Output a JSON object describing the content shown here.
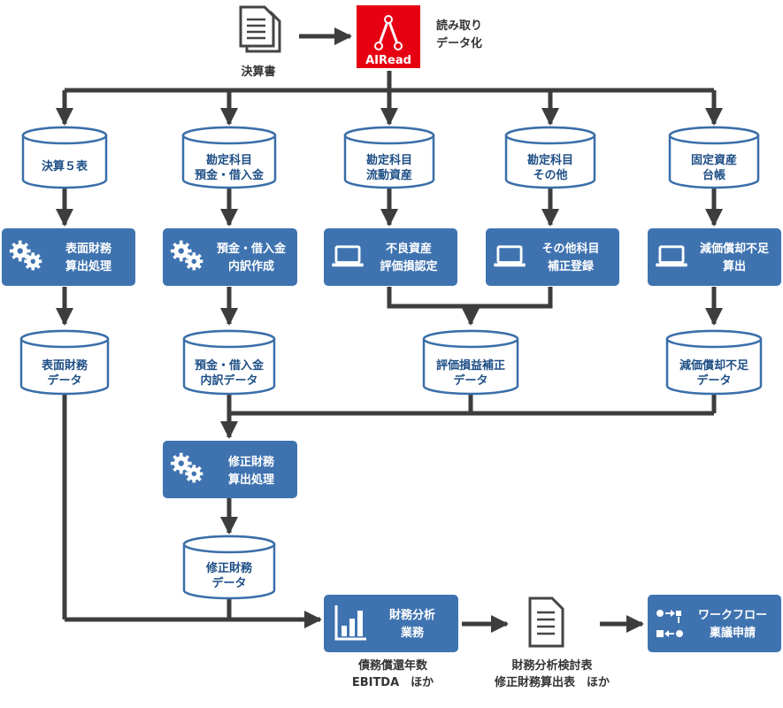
{
  "source": {
    "label": "決算書"
  },
  "airead": {
    "logo_text": "AIRead",
    "caption_line1": "読み取り",
    "caption_line2": "データ化"
  },
  "colors": {
    "box": "#3f73b0",
    "cyl_fill": "#ffffff",
    "cyl_stroke": "#3a6ea8",
    "text_blue": "#1e4f86",
    "line": "#3d3d3d",
    "airead_red": "#e60012"
  },
  "inputs": [
    {
      "line1": "決算５表",
      "line2": ""
    },
    {
      "line1": "勘定科目",
      "line2": "預金・借入金"
    },
    {
      "line1": "勘定科目",
      "line2": "流動資産"
    },
    {
      "line1": "勘定科目",
      "line2": "その他"
    },
    {
      "line1": "固定資産",
      "line2": "台帳"
    }
  ],
  "processes": [
    {
      "line1": "表面財務",
      "line2": "算出処理",
      "icon": "gears-icon"
    },
    {
      "line1": "預金・借入金",
      "line2": "内訳作成",
      "icon": "gears-icon"
    },
    {
      "line1": "不良資産",
      "line2": "評価損認定",
      "icon": "laptop-icon"
    },
    {
      "line1": "その他科目",
      "line2": "補正登録",
      "icon": "laptop-icon"
    },
    {
      "line1": "減価償却不足",
      "line2": "算出",
      "icon": "laptop-icon"
    }
  ],
  "outputs": [
    {
      "line1": "表面財務",
      "line2": "データ"
    },
    {
      "line1": "預金・借入金",
      "line2": "内訳データ"
    },
    {
      "line1": "評価損益補正",
      "line2": "データ"
    },
    {
      "line1": "減価償却不足",
      "line2": "データ"
    }
  ],
  "correction_process": {
    "line1": "修正財務",
    "line2": "算出処理",
    "icon": "gears-icon"
  },
  "correction_data": {
    "line1": "修正財務",
    "line2": "データ"
  },
  "analysis": {
    "line1": "財務分析",
    "line2": "業務",
    "icon": "bar-chart-icon",
    "caption_line1": "債務償還年数",
    "caption_line2": "EBITDA　ほか"
  },
  "report": {
    "icon": "document-icon",
    "caption_line1": "財務分析検討表",
    "caption_line2": "修正財務算出表　ほか"
  },
  "workflow": {
    "line1": "ワークフロー",
    "line2": "稟議申請",
    "icon": "workflow-icon"
  }
}
